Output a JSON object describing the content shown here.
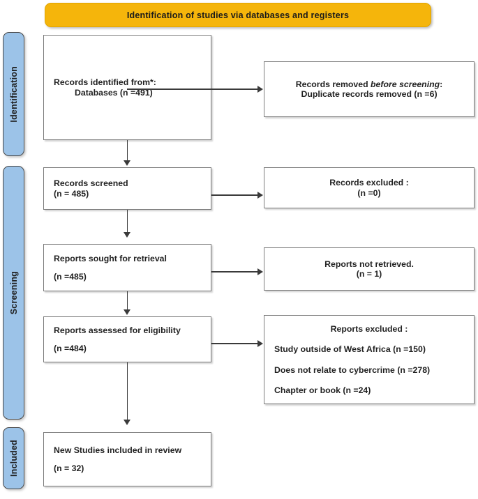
{
  "banner": {
    "title": "Identification of studies via databases and registers",
    "color": "#f5b50b"
  },
  "phases": {
    "color": "#9cc3e8",
    "identification": "Identification",
    "screening": "Screening",
    "included": "Included"
  },
  "boxes": {
    "identified": {
      "line1": "Records identified from*:",
      "line2": "Databases (n =491)"
    },
    "removed": {
      "line1_a": "Records removed ",
      "line1_b": "before screening",
      "line1_c": ":",
      "line2": "Duplicate records removed (n =6)"
    },
    "screened": {
      "line1": "Records screened",
      "line2": "(n = 485)"
    },
    "records_excluded": {
      "line1": "Records excluded :",
      "line2": "(n =0)"
    },
    "sought": {
      "line1": "Reports sought for retrieval",
      "line2": "(n =485)"
    },
    "not_retrieved": {
      "line1": "Reports not retrieved.",
      "line2": "(n = 1)"
    },
    "assessed": {
      "line1": "Reports assessed for eligibility",
      "line2": "(n =484)"
    },
    "reports_excluded": {
      "title": "Reports excluded :",
      "reason1": "Study outside of West Africa (n =150)",
      "reason2": "Does not relate to cybercrime (n =278)",
      "reason3": "Chapter or book (n =24)"
    },
    "included": {
      "line1": "New Studies included in review",
      "line2": "(n = 32)"
    }
  }
}
